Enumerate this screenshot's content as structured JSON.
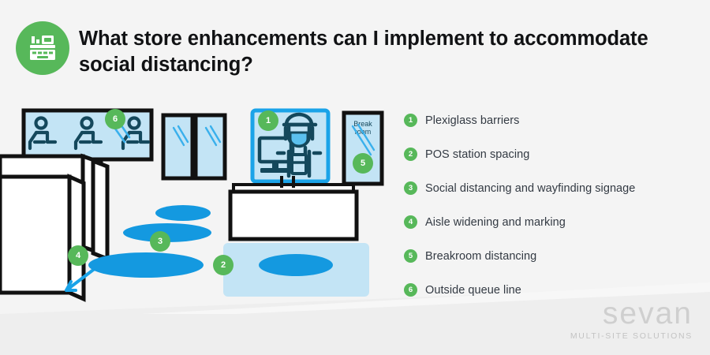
{
  "header": {
    "icon": "cash-register-icon",
    "title": "What store enhancements can I implement to accommodate social distancing?"
  },
  "legend": {
    "items": [
      {
        "num": "1",
        "label": "Plexiglass barriers"
      },
      {
        "num": "2",
        "label": "POS station spacing"
      },
      {
        "num": "3",
        "label": "Social distancing and wayfinding signage"
      },
      {
        "num": "4",
        "label": "Aisle widening and marking"
      },
      {
        "num": "5",
        "label": "Breakroom distancing"
      },
      {
        "num": "6",
        "label": "Outside queue line"
      }
    ]
  },
  "illustration": {
    "markers": [
      {
        "id": "1",
        "name": "marker-plexiglass-barrier"
      },
      {
        "id": "2",
        "name": "marker-pos-station-spacing"
      },
      {
        "id": "3",
        "name": "marker-wayfinding-signage"
      },
      {
        "id": "4",
        "name": "marker-aisle-widening"
      },
      {
        "id": "5",
        "name": "marker-breakroom-distancing"
      },
      {
        "id": "6",
        "name": "marker-outside-queue-line"
      }
    ],
    "breakroom_sign": {
      "line1": "Break",
      "line2": "room"
    },
    "queue_people_count": 3
  },
  "logo": {
    "word": "sevan",
    "tagline": "MULTI-SITE SOLUTIONS"
  },
  "colors": {
    "background": "#f4f4f4",
    "green": "#57b85a",
    "blue_bright": "#1aa3e8",
    "blue_light": "#c3e4f5",
    "blue_fill": "#1499e0",
    "ink": "#111214",
    "text": "#333a43",
    "outline": "#111111",
    "teal_dark": "#14485c",
    "logo_gray": "#cfcfcf"
  }
}
